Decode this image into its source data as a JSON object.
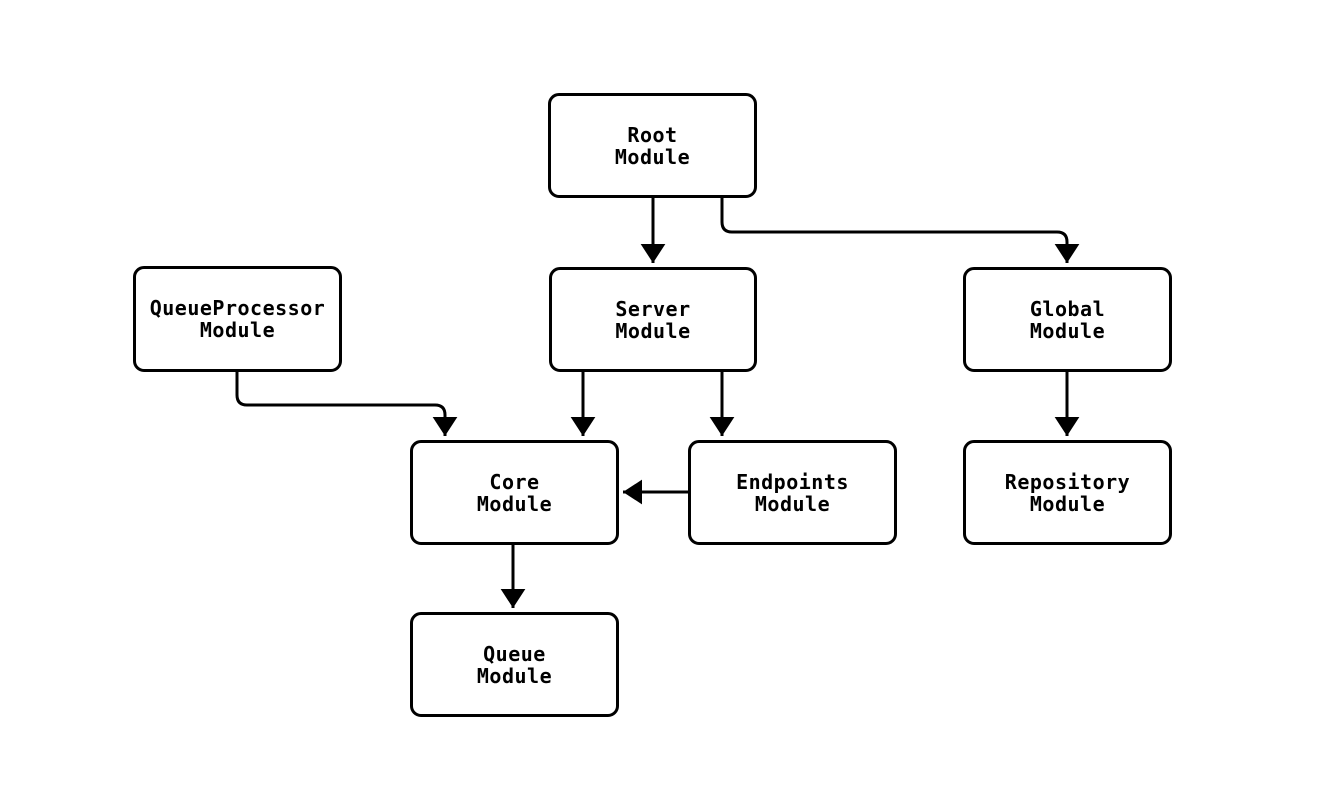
{
  "diagram": {
    "colors": {
      "background": "#ffffff",
      "node_fill": "#ffffff",
      "node_border": "#000000",
      "edge": "#000000",
      "text": "#000000"
    },
    "nodes": {
      "root": {
        "label": "Root\nModule"
      },
      "queue_processor": {
        "label": "QueueProcessor\nModule"
      },
      "server": {
        "label": "Server\nModule"
      },
      "global": {
        "label": "Global\nModule"
      },
      "core": {
        "label": "Core\nModule"
      },
      "endpoints": {
        "label": "Endpoints\nModule"
      },
      "repository": {
        "label": "Repository\nModule"
      },
      "queue": {
        "label": "Queue\nModule"
      }
    },
    "edges": [
      {
        "from": "Root Module",
        "to": "Server Module"
      },
      {
        "from": "Root Module",
        "to": "Global Module"
      },
      {
        "from": "QueueProcessor Module",
        "to": "Core Module"
      },
      {
        "from": "Server Module",
        "to": "Core Module"
      },
      {
        "from": "Server Module",
        "to": "Endpoints Module"
      },
      {
        "from": "Endpoints Module",
        "to": "Core Module"
      },
      {
        "from": "Global Module",
        "to": "Repository Module"
      },
      {
        "from": "Core Module",
        "to": "Queue Module"
      }
    ]
  }
}
